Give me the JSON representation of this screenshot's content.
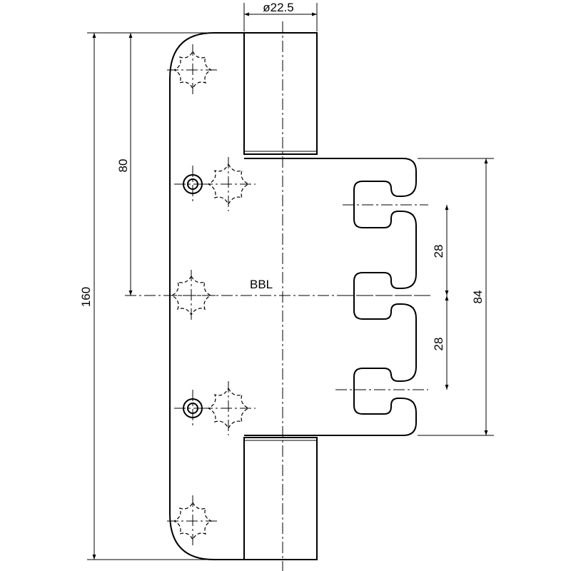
{
  "labels": {
    "pin_diameter": "ø22.5",
    "total_height": "160",
    "upper_half": "80",
    "bracket_height": "84",
    "slot_pitch_upper": "28",
    "slot_pitch_lower": "28",
    "reference_line": "BBL"
  },
  "colors": {
    "line": "#000000",
    "background": "#ffffff"
  },
  "icons": {
    "screw_head": "torx-screw-icon",
    "fixing_bolt": "bolt-icon"
  }
}
